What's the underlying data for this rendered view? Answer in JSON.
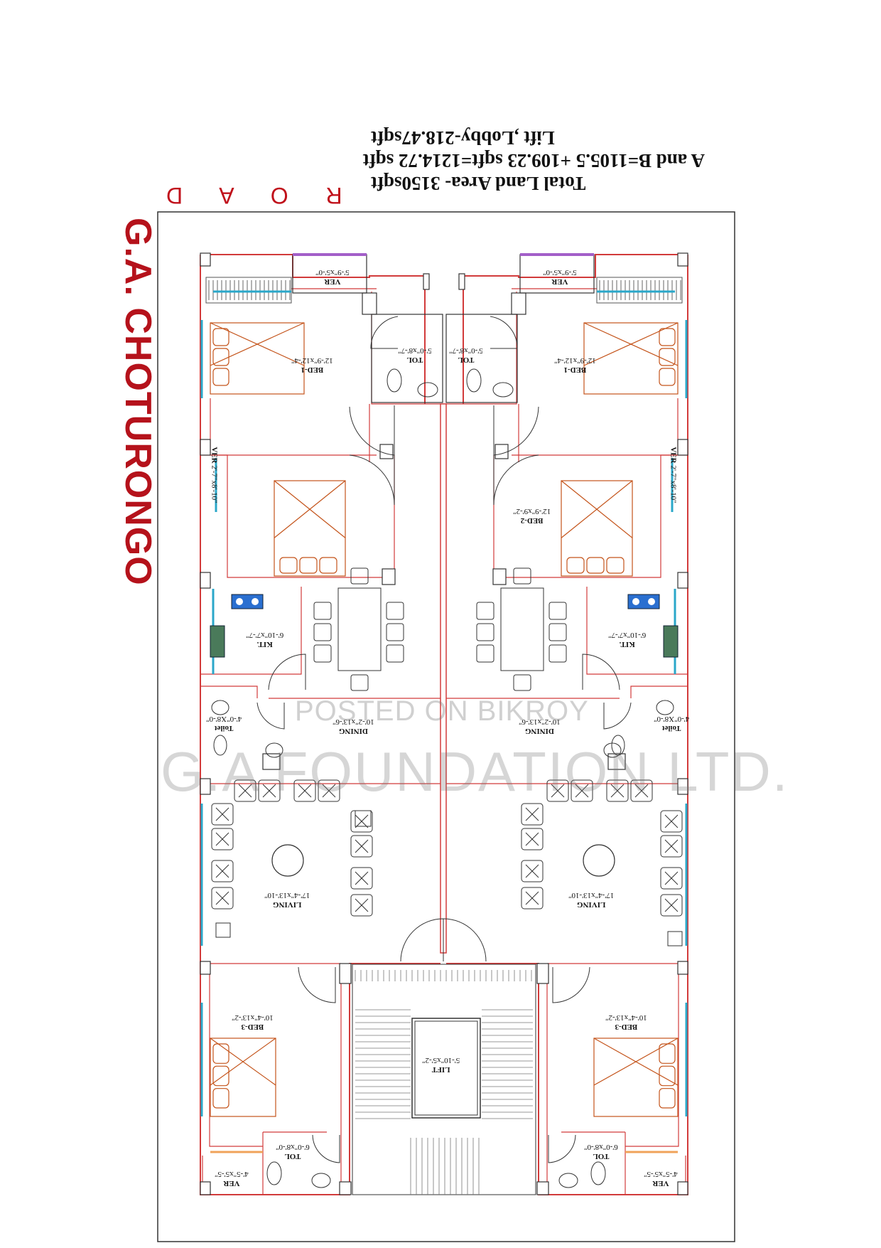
{
  "header": {
    "line1": "Total Land Area- 3150sqft",
    "line2": "A and B=1105.5 +109.23 sqft=1214.72 sqft",
    "line3": "Lift ,Lobby-218.47sqft"
  },
  "road_label": "R O A D",
  "brand": "G.A. CHOTURONGO",
  "watermark": {
    "posted": "POSTED ON BIKROY",
    "company": "G.A FOUNDATION LTD."
  },
  "rooms": {
    "ver_top": {
      "name": "VER",
      "size": "5'-9\"x5'-0\""
    },
    "tol_top": {
      "name": "TOL",
      "size": "5'-0\"x8'-7\""
    },
    "bed1": {
      "name": "BED-1",
      "size": "12'-9\"x12'-4\""
    },
    "ver_side": {
      "name": "VER",
      "size": "2'-7\"x8'-10\""
    },
    "bed2": {
      "name": "BED-2",
      "size": "12'-9\"x9'-2\""
    },
    "kit": {
      "name": "KIT.",
      "size": "6'-10\"x7'-7\""
    },
    "toilet": {
      "name": "Toilet",
      "size": "4'-0\"X8'-0\""
    },
    "dining": {
      "name": "DINING",
      "size": "10'-2\"x13'-6\""
    },
    "living": {
      "name": "LIVING",
      "size": "17'-4\"x13'-10\""
    },
    "bed3": {
      "name": "BED-3",
      "size": "10'-4\"x13'-2\""
    },
    "tol_bottom": {
      "name": "TOL",
      "size": "6'-0\"x8'-0\""
    },
    "ver_bottom": {
      "name": "VER",
      "size": "4'-5\"x5'-5\""
    },
    "lift": {
      "name": "LIFT",
      "size": "5'-10\"x5'-2\""
    }
  },
  "colors": {
    "wall": "#d23b3b",
    "brand": "#b5121b",
    "road": "#c0111b",
    "furniture": "#c4541b",
    "window": "#2aa7c9",
    "stove": "#2a6fd0"
  }
}
